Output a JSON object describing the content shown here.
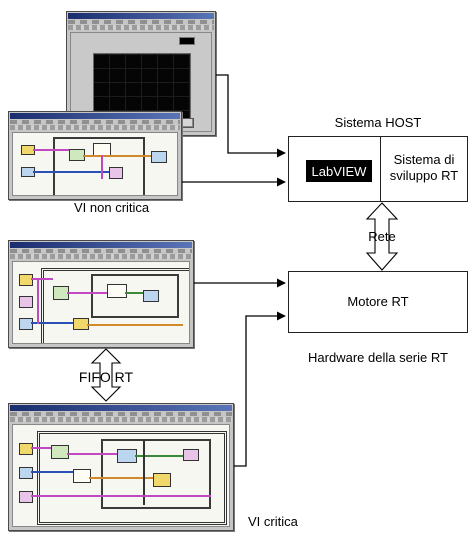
{
  "host": {
    "title": "Sistema HOST",
    "labview": "LabVIEW",
    "system_line1": "Sistema di",
    "system_line2": "sviluppo RT"
  },
  "network": {
    "label": "Rete"
  },
  "target": {
    "engine": "Motore RT",
    "hardware": "Hardware della serie RT"
  },
  "vi_noncritical": "VI non critica",
  "fifo": "FIFO RT",
  "vi_critical": "VI critica",
  "colors": {
    "wire_pink": "#c048c0",
    "wire_blue": "#2b4fb5",
    "labview_bg": "#000000"
  }
}
